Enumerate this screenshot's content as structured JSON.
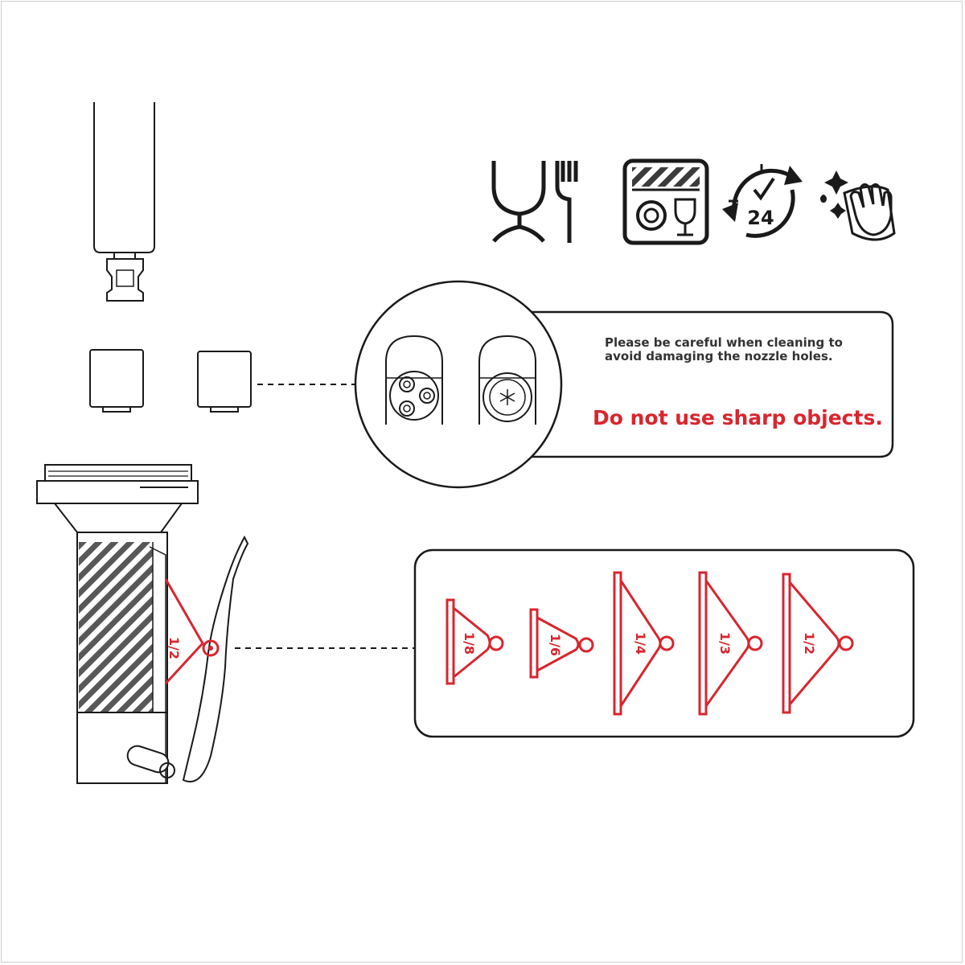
{
  "cleaning_note": {
    "line1": "Please be careful when cleaning to",
    "line2": "avoid damaging the nozzle holes."
  },
  "warning": "Do not use sharp objects.",
  "icons": [
    {
      "name": "food-safe-icon"
    },
    {
      "name": "dishwasher-safe-icon"
    },
    {
      "name": "24-hour-icon",
      "label": "24"
    },
    {
      "name": "wipe-clean-icon"
    }
  ],
  "portion_plates": [
    {
      "label": "1/8"
    },
    {
      "label": "1/6"
    },
    {
      "label": "1/4"
    },
    {
      "label": "1/3"
    },
    {
      "label": "1/2"
    }
  ],
  "installed_plate": {
    "label": "1/2"
  },
  "colors": {
    "accent": "#d8262f",
    "line": "#1a1a1a"
  }
}
